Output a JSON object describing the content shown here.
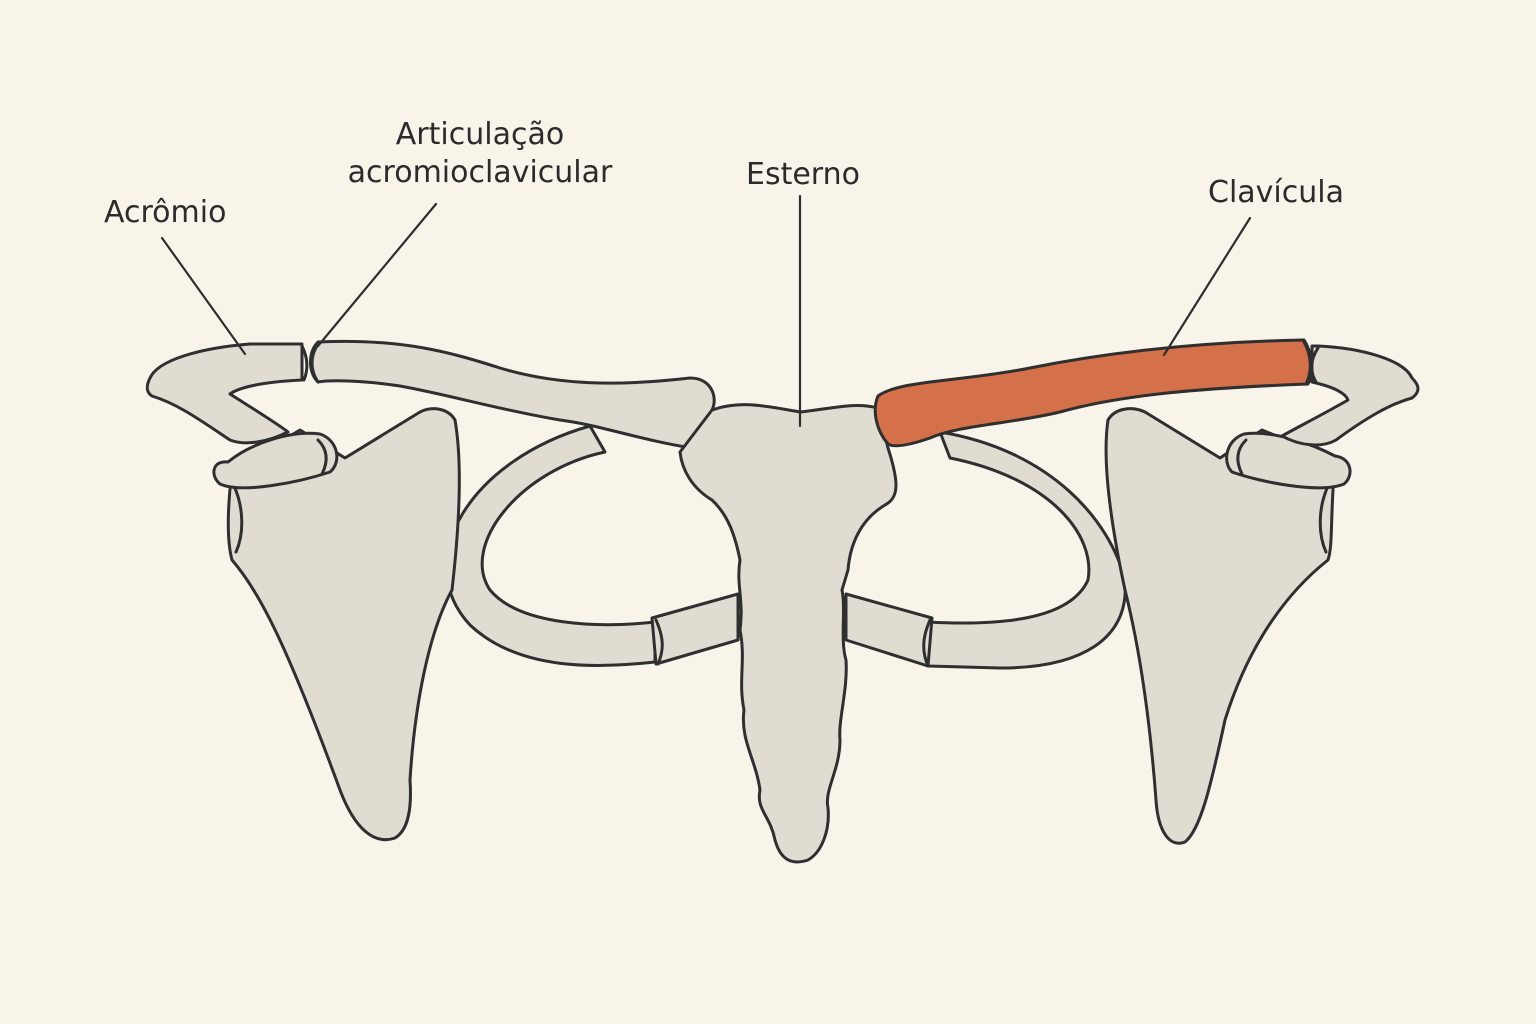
{
  "labels": {
    "acromion": "Acrômio",
    "ac_joint_line1": "Articulação",
    "ac_joint_line2": "acromioclavicular",
    "sternum": "Esterno",
    "clavicle": "Clavícula"
  },
  "colors": {
    "background": "#f9f4ea",
    "bone": "#e0dcd2",
    "outline": "#2f2f2f",
    "highlight": "#d4704a"
  }
}
